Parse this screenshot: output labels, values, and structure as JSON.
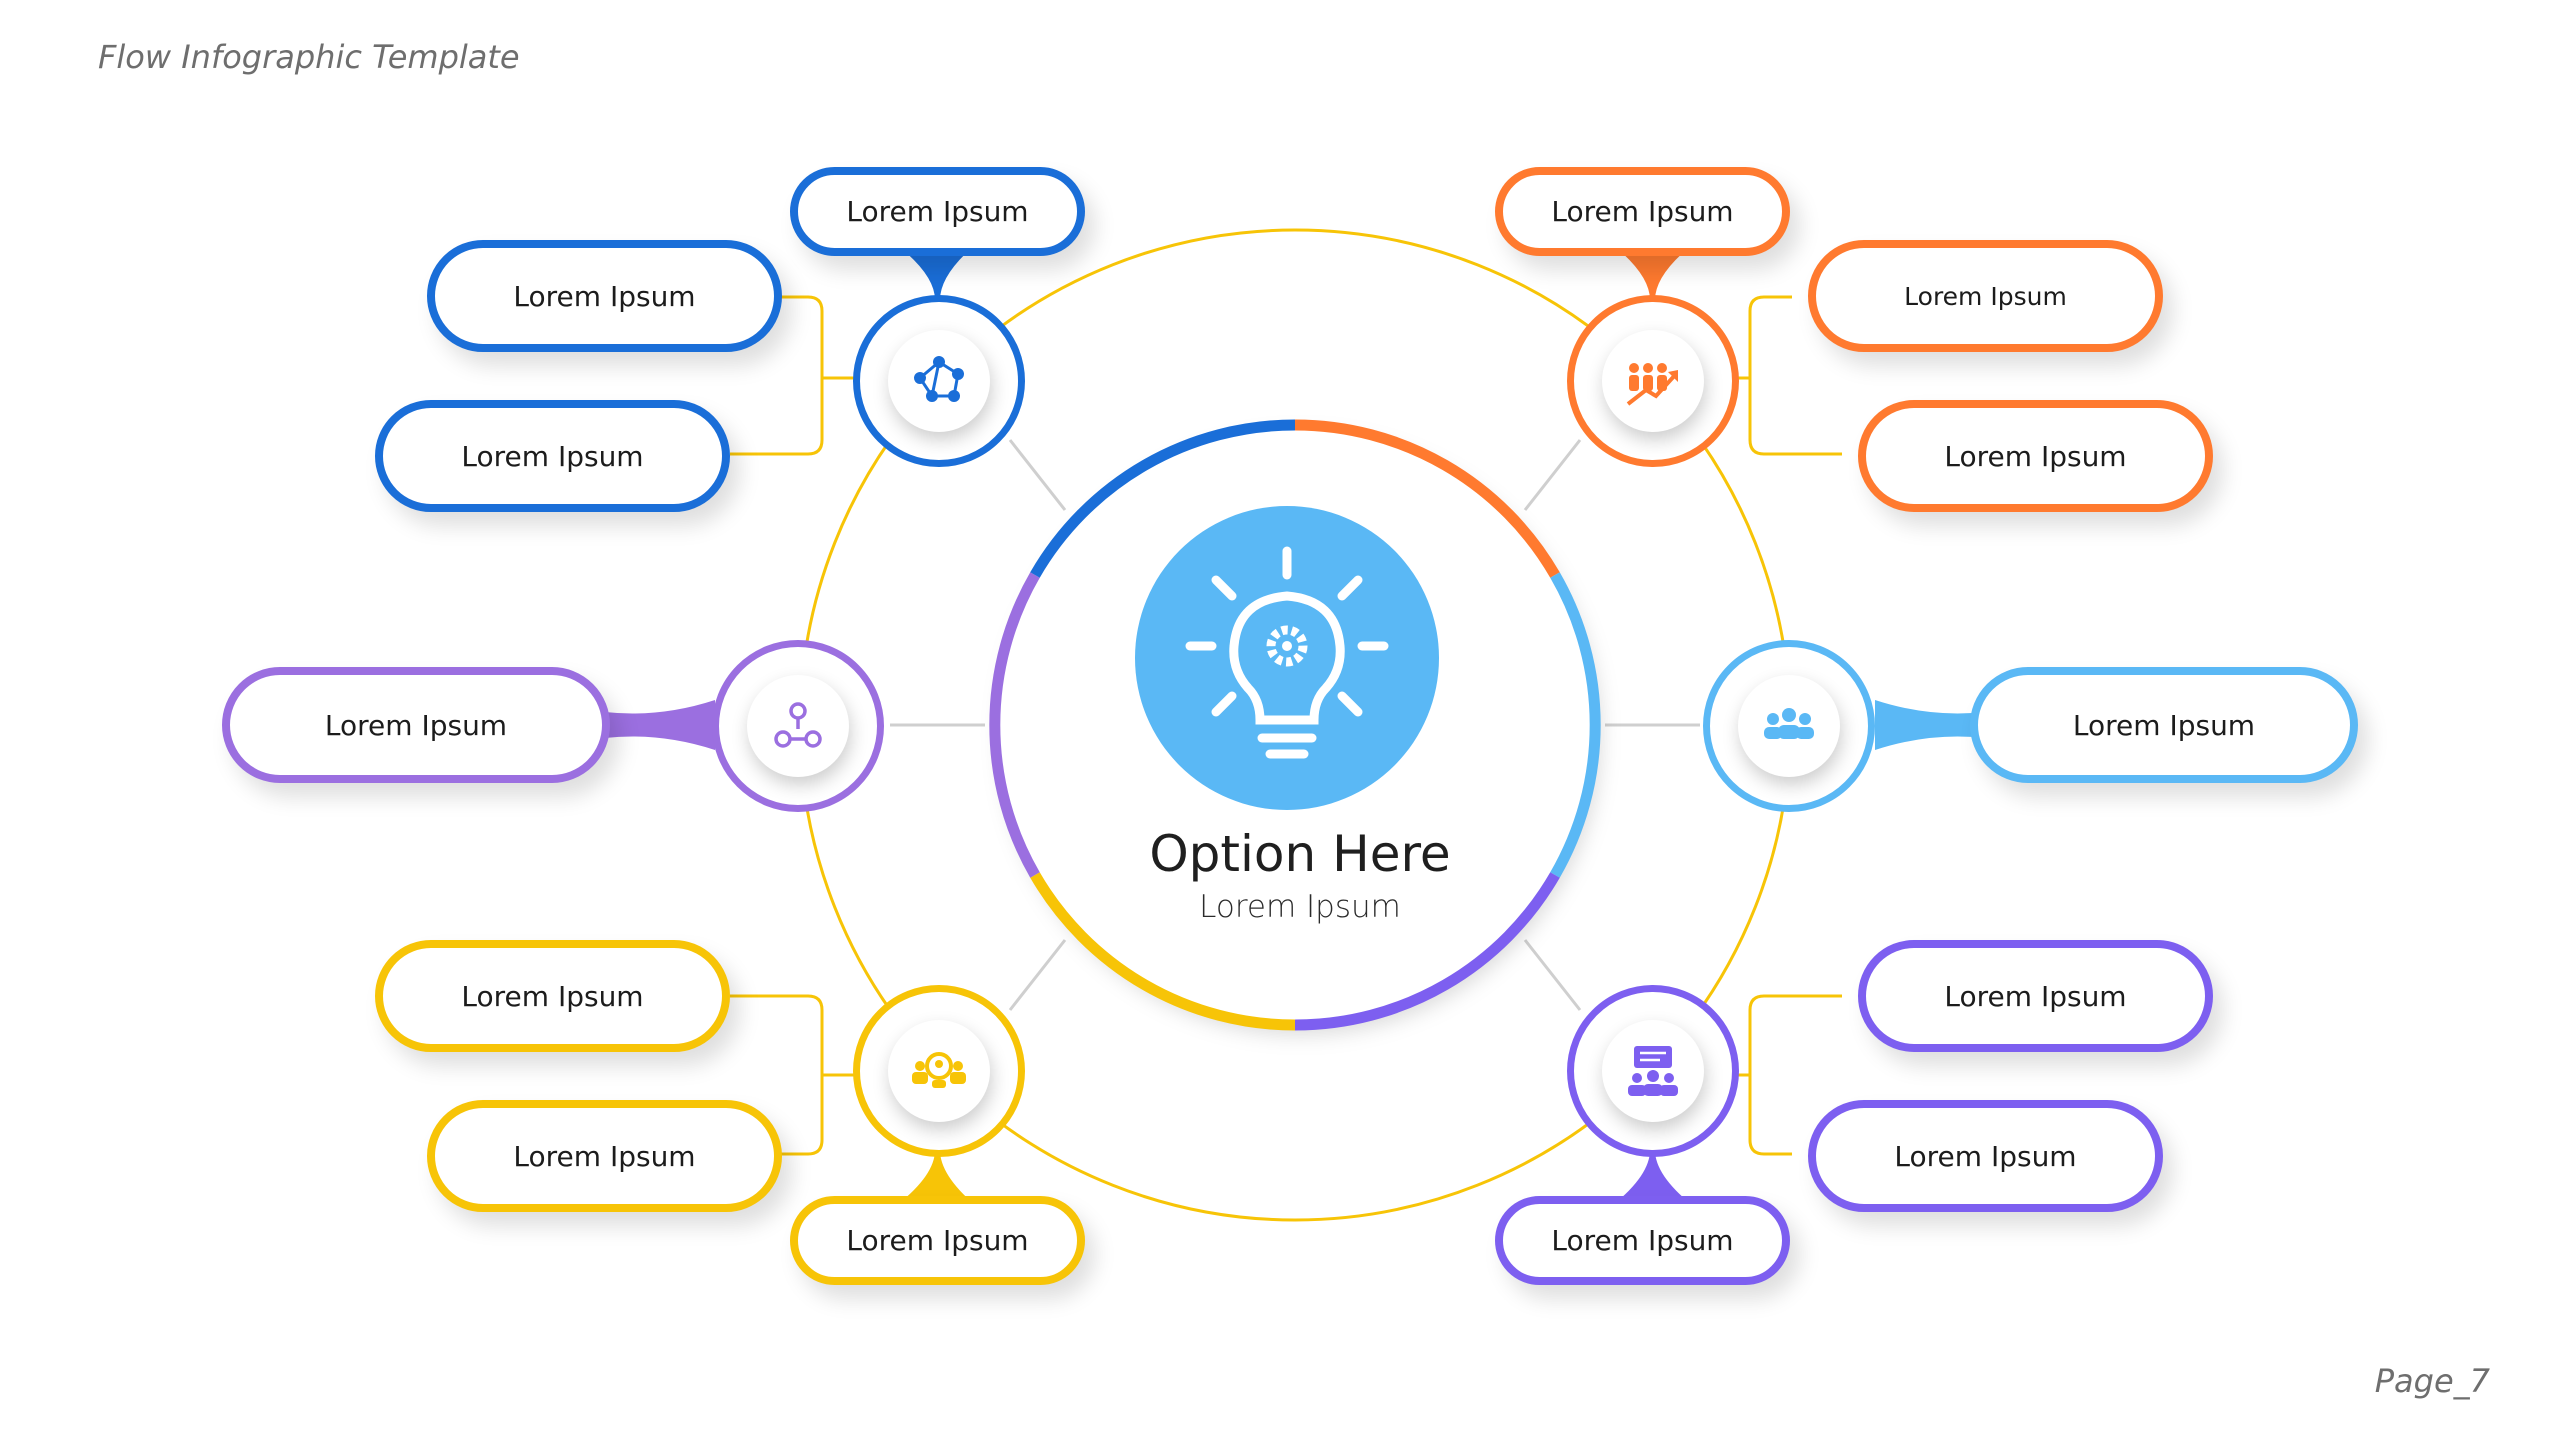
{
  "header": {
    "title": "Flow Infographic Template"
  },
  "footer": {
    "page": "Page_7"
  },
  "center": {
    "title": "Option Here",
    "subtitle": "Lorem Ipsum",
    "icon": "lightbulb-gear-icon"
  },
  "colors": {
    "blue": "#1a6ed8",
    "orange": "#ff7a2f",
    "purple": "#9b6fe0",
    "sky": "#5ab8f5",
    "yellow": "#f7c407",
    "violet": "#7d5ff0",
    "ring": "#f7c407",
    "center_fill": "#5ab8f5"
  },
  "nodes": {
    "blue": {
      "icon": "network-icon",
      "labels": [
        "Lorem Ipsum",
        "Lorem Ipsum",
        "Lorem Ipsum"
      ]
    },
    "orange": {
      "icon": "team-growth-icon",
      "labels": [
        "Lorem Ipsum",
        "Lorem Ipsum",
        "Lorem Ipsum"
      ]
    },
    "purple": {
      "icon": "hierarchy-icon",
      "labels": [
        "Lorem Ipsum"
      ]
    },
    "sky": {
      "icon": "group-icon",
      "labels": [
        "Lorem Ipsum"
      ]
    },
    "yellow": {
      "icon": "search-people-icon",
      "labels": [
        "Lorem Ipsum",
        "Lorem Ipsum",
        "Lorem Ipsum"
      ]
    },
    "violet": {
      "icon": "presentation-icon",
      "labels": [
        "Lorem Ipsum",
        "Lorem Ipsum",
        "Lorem Ipsum"
      ]
    }
  }
}
